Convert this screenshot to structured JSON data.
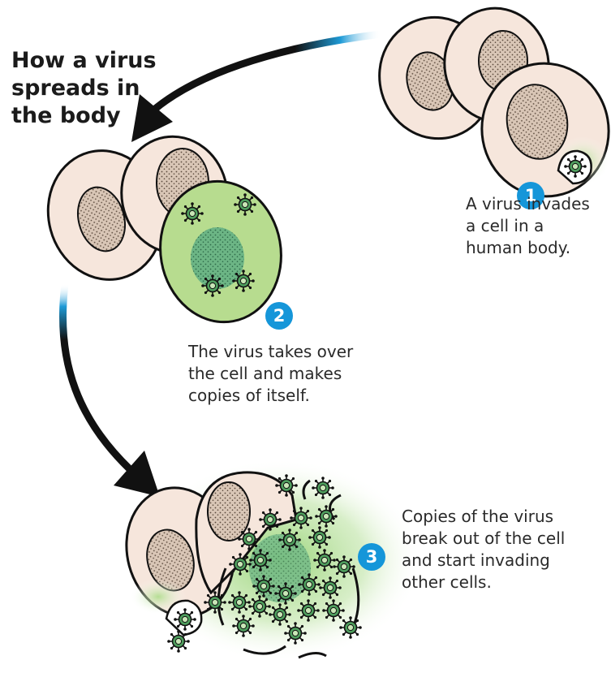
{
  "title": "How a virus\nspreads in\nthe body",
  "steps": [
    {
      "number": "1",
      "caption": "A virus invades\na cell in a\nhuman body."
    },
    {
      "number": "2",
      "caption": "The virus takes over\nthe cell and makes\ncopies of itself."
    },
    {
      "number": "3",
      "caption": "Copies of the virus\nbreak out of the cell\nand start invading\nother cells."
    }
  ],
  "colors": {
    "cell_fill": "#f6e6dc",
    "nucleus_fill": "#d8c5b6",
    "infected_fill": "#b7dc8f",
    "virus_color": "#3f8f4f",
    "badge": "#1596d9",
    "arrow": "#111111",
    "arrow_tail": "#1e9ad6"
  }
}
